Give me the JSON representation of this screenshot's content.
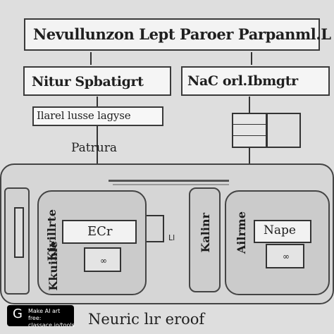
{
  "diagram": {
    "top_title": "Nevullunzon Lept Paroer Parpanml.L",
    "left_box": "Nitur Spbatigrt",
    "right_box": "NaC orl.Ibmgtr",
    "small_label": "Ilarel lusse lagyse",
    "center_label": "Patrura",
    "left_module_label": "ECr",
    "right_module_label": "Nape",
    "left_side_text": "Kivillrte",
    "left_panel_side_text": "Kkuinle",
    "right_side_text": "Kalinr",
    "right_panel_side_text": "Ailrme",
    "middle_small_text": "Ll",
    "bottom_caption": "Neuric lır eroof"
  },
  "watermark": {
    "logo": "G",
    "line1": "Make AI art free:",
    "line2": "classace.io/tools"
  }
}
